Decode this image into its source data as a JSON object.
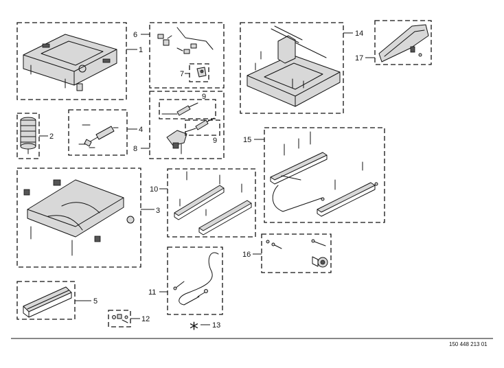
{
  "callouts": [
    "1",
    "2",
    "3",
    "4",
    "5",
    "6",
    "7",
    "8",
    "9",
    "9",
    "10",
    "11",
    "12",
    "13",
    "14",
    "15",
    "16",
    "17"
  ],
  "marker_13": "*",
  "footer_ref": "150 448 213 01",
  "icons": {
    "seat_base_frame": "base-frame-icon",
    "air_spring": "air-spring-icon",
    "slide_rail_set": "slide-rail-icon",
    "damper": "shock-absorber-icon",
    "cover_strip": "cover-strip-icon",
    "asterisk": "asterisk-icon"
  }
}
